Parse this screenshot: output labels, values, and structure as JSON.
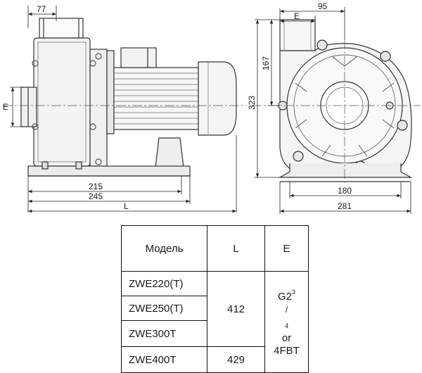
{
  "drawing": {
    "side_view": {
      "dim_top": "77",
      "dim_flange": "E",
      "dim_base_inner": "215",
      "dim_base_outer": "245",
      "dim_total": "L"
    },
    "front_view": {
      "dim_outlet": "E",
      "dim_outlet_offset": "95",
      "dim_center_height": "167",
      "dim_total_height": "323",
      "dim_base_width": "180",
      "dim_total_width": "281"
    }
  },
  "table": {
    "headers": {
      "model": "Модель",
      "length": "L",
      "connection": "E"
    },
    "rows": [
      {
        "model": "ZWE220(T)"
      },
      {
        "model": "ZWE250(T)"
      },
      {
        "model": "ZWE300T"
      },
      {
        "model": "ZWE400T"
      }
    ],
    "length_group_a": "412",
    "length_group_b": "429",
    "connection": {
      "thread_prefix": "G2",
      "thread_num": "3",
      "thread_den": "4",
      "or_word": "or",
      "alt": "4FBT"
    }
  }
}
